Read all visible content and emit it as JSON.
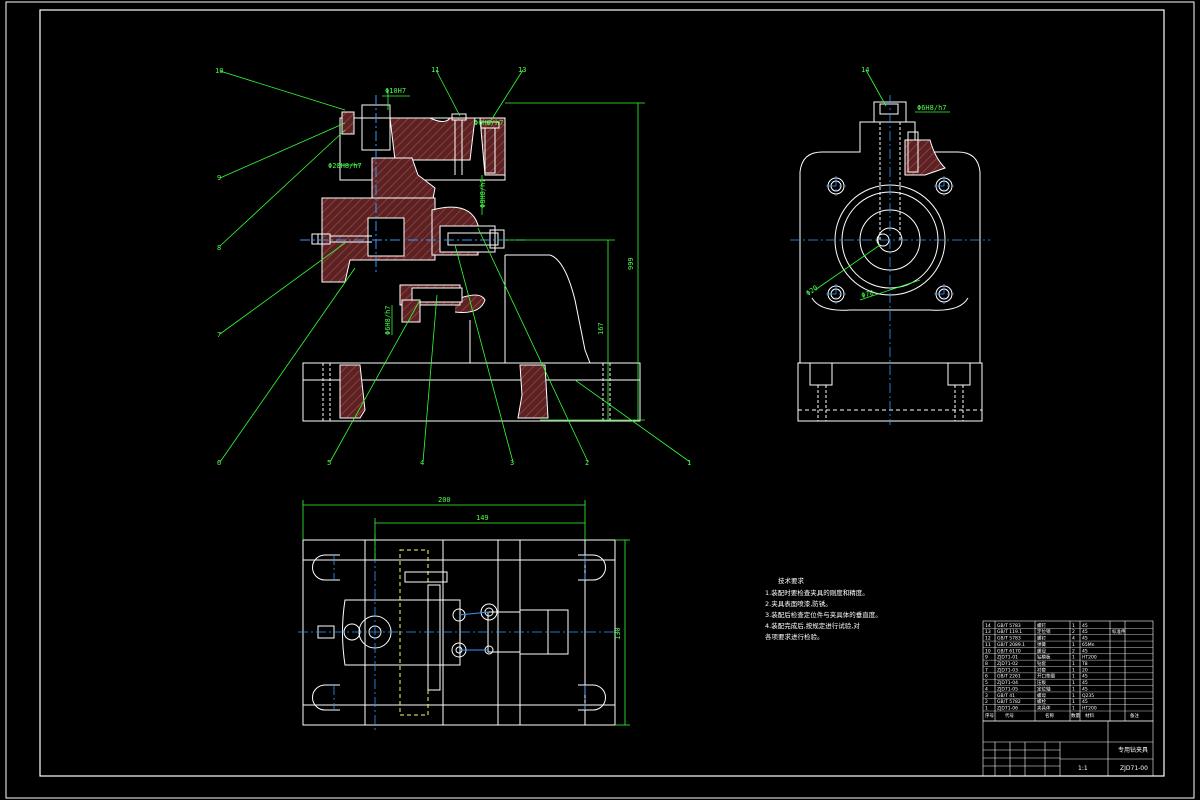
{
  "colors": {
    "background": "#000000",
    "outline": "#ffffff",
    "dimension": "#33ff33",
    "centerline": "#3399ff",
    "hatch": "#8b3a3a",
    "yellow": "#ffff66"
  },
  "front_view": {
    "balloons": [
      "10",
      "9",
      "8",
      "7",
      "6",
      "5",
      "4",
      "3",
      "2",
      "1"
    ],
    "top_balloons": [
      "11",
      "13"
    ],
    "fits": [
      "Φ10H7",
      "Φ20H8/h7",
      "Φ6H8/h7",
      "Φ8H8/h7",
      "Φ6H8/h7"
    ],
    "dims": [
      "999",
      "167"
    ]
  },
  "side_view": {
    "balloon": "14",
    "fits": [
      "Φ6H8/h7",
      "Φ20",
      "Φ70"
    ]
  },
  "top_view": {
    "dims": [
      "200",
      "149",
      "130"
    ]
  },
  "notes": {
    "title": "技术要求",
    "lines": [
      "1.装配时要检查夹具的刚度和精度。",
      "2.夹具表面喷漆,防锈。",
      "3.装配后检查定位件与夹具体的垂直度。",
      "4.装配完成后,按规定进行试验,对",
      "各项要求进行检验。"
    ]
  },
  "title_block": {
    "drawing_name": "专用钻夹具",
    "code": "ZJD71-00",
    "scale": "1:1",
    "headers": [
      "序号",
      "代号",
      "名称",
      "数量",
      "材料",
      "备注"
    ],
    "rows": [
      [
        "14",
        "GB/T 5783",
        "螺钉",
        "1",
        "45",
        ""
      ],
      [
        "13",
        "GB/T 119.1",
        "定位销",
        "2",
        "45",
        "标准件"
      ],
      [
        "12",
        "GB/T 5783",
        "螺钉",
        "4",
        "45",
        ""
      ],
      [
        "11",
        "GB/T 2089.1",
        "弹簧",
        "1",
        "65Mn",
        ""
      ],
      [
        "10",
        "GB/T 6170",
        "螺母",
        "2",
        "45",
        ""
      ],
      [
        "9",
        "ZJD71-01",
        "钻模板",
        "1",
        "HT200",
        ""
      ],
      [
        "8",
        "ZJD71-02",
        "钻套",
        "1",
        "T8",
        ""
      ],
      [
        "7",
        "ZJD71-03",
        "衬套",
        "1",
        "20",
        ""
      ],
      [
        "6",
        "GB/T 2261",
        "开口垫圈",
        "1",
        "45",
        ""
      ],
      [
        "5",
        "ZJD71-04",
        "压板",
        "1",
        "45",
        ""
      ],
      [
        "4",
        "ZJD71-05",
        "定位轴",
        "1",
        "45",
        ""
      ],
      [
        "3",
        "GB/T 41",
        "螺母",
        "1",
        "Q235",
        ""
      ],
      [
        "2",
        "GB/T 5782",
        "螺栓",
        "1",
        "45",
        ""
      ],
      [
        "1",
        "ZJD71-06",
        "夹具体",
        "1",
        "HT200",
        ""
      ]
    ]
  }
}
